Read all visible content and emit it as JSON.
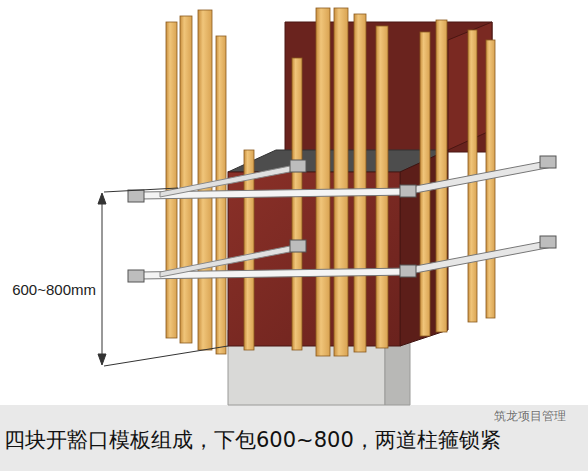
{
  "diagram": {
    "caption": "四块开豁口模板组成，下包600~800，两道柱箍锁紧",
    "labels": [
      "600~800mm",
      "筑龙项目管理"
    ]
  }
}
